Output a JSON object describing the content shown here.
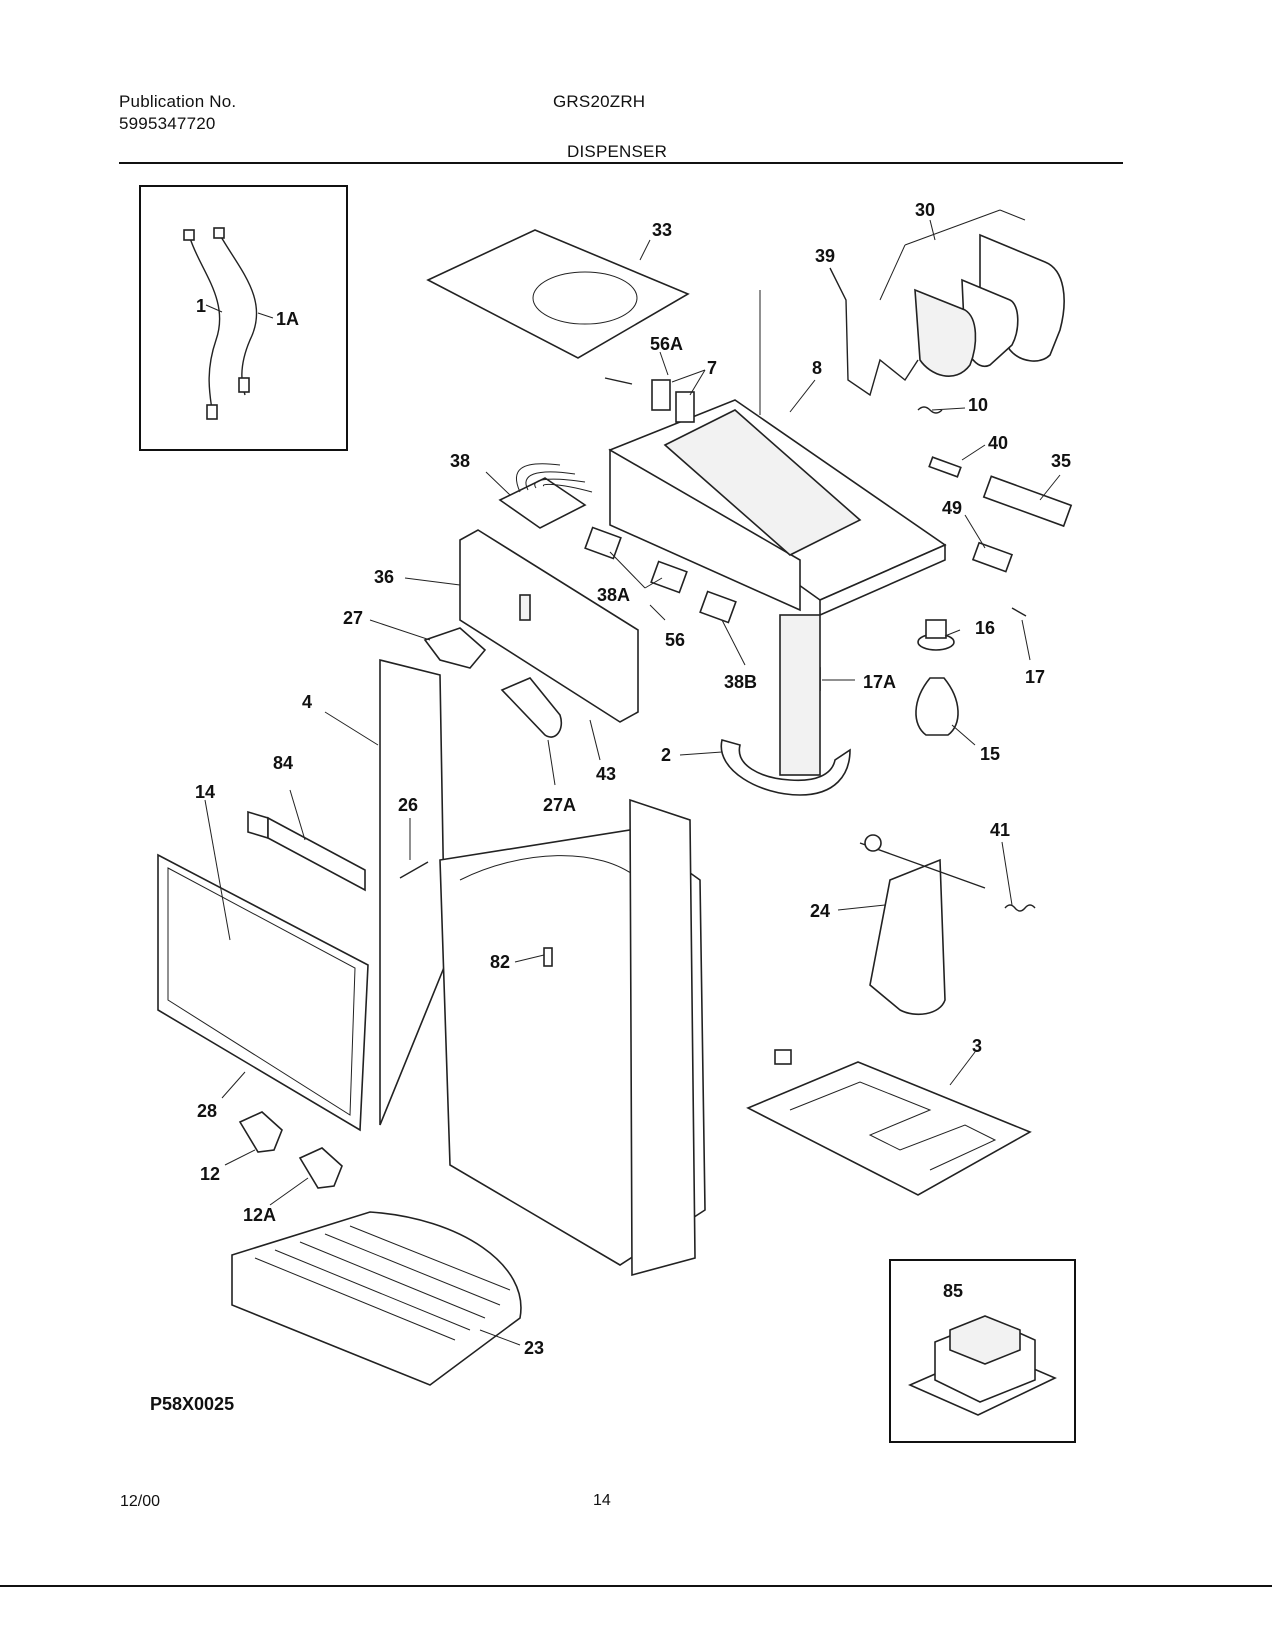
{
  "header": {
    "publication_label": "Publication No.",
    "publication_number": "5995347720",
    "model": "GRS20ZRH",
    "section_title": "DISPENSER"
  },
  "diagram": {
    "code": "P58X0025",
    "part_labels": {
      "p1": "1",
      "p1A": "1A",
      "p2": "2",
      "p3": "3",
      "p4": "4",
      "p7": "7",
      "p8": "8",
      "p10": "10",
      "p12": "12",
      "p12A": "12A",
      "p14": "14",
      "p15": "15",
      "p16": "16",
      "p17": "17",
      "p17A": "17A",
      "p23": "23",
      "p24": "24",
      "p26": "26",
      "p27": "27",
      "p27A": "27A",
      "p28": "28",
      "p30": "30",
      "p33": "33",
      "p35": "35",
      "p36": "36",
      "p38": "38",
      "p38A": "38A",
      "p38B": "38B",
      "p39": "39",
      "p40": "40",
      "p41": "41",
      "p43": "43",
      "p49": "49",
      "p56": "56",
      "p56A": "56A",
      "p82": "82",
      "p84": "84",
      "p85": "85"
    }
  },
  "footer": {
    "date": "12/00",
    "page": "14"
  }
}
